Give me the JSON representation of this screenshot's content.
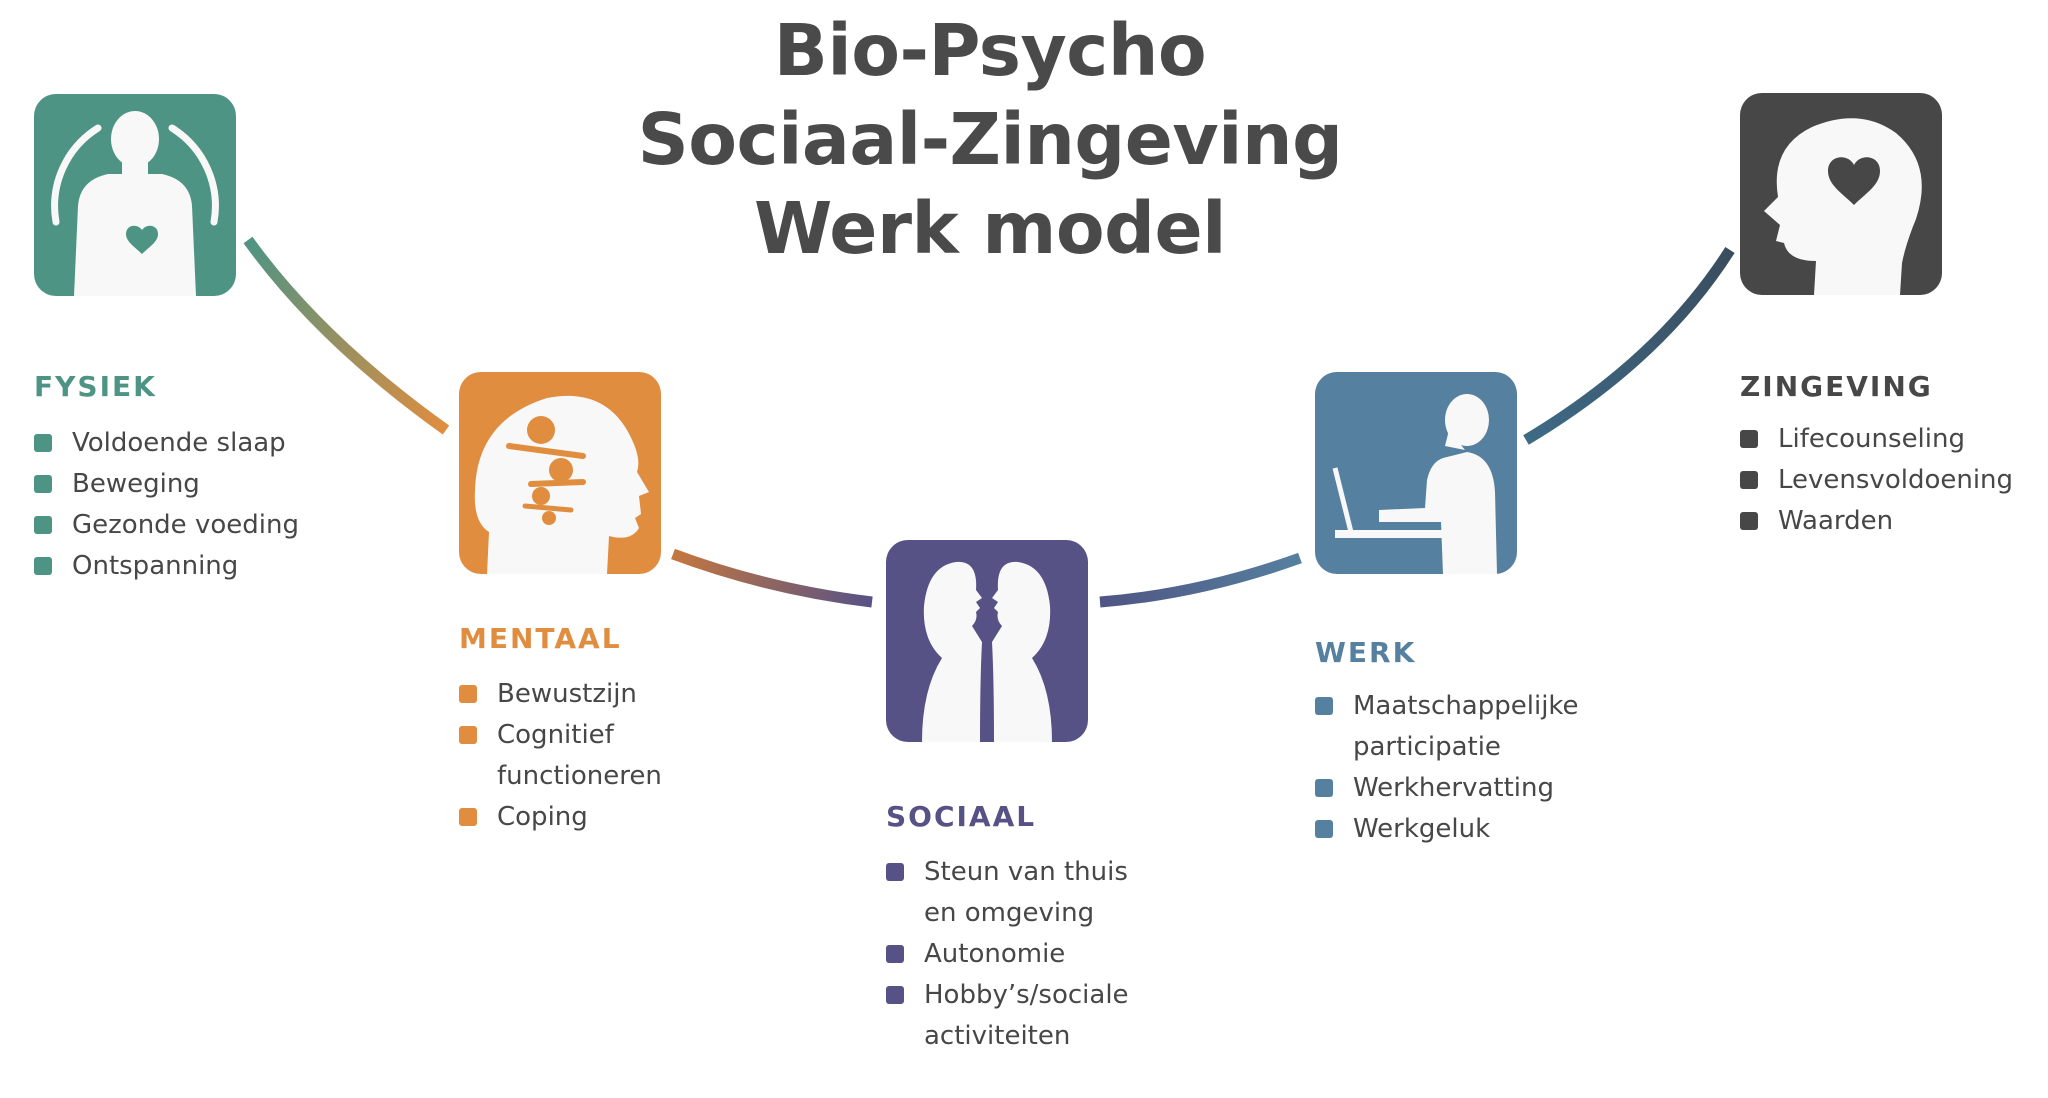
{
  "title": {
    "line1": "Bio-Psycho",
    "line2": "Sociaal-Zingeving",
    "line3": "Werk model"
  },
  "colors": {
    "fysiek": "#4e9484",
    "mentaal": "#e08d3f",
    "sociaal": "#575286",
    "werk": "#56809f",
    "zingeving": "#474747",
    "title": "#4a4a4a",
    "text": "#474747",
    "icon_fill": "#f7f8f7"
  },
  "domains": [
    {
      "id": "fysiek",
      "heading": "FYSIEK",
      "icon": "body-heart-icon",
      "items": [
        "Voldoende slaap",
        "Beweging",
        "Gezonde voeding",
        "Ontspanning"
      ]
    },
    {
      "id": "mentaal",
      "heading": "MENTAAL",
      "icon": "head-balance-icon",
      "items": [
        "Bewustzijn",
        "Cognitief\nfunctioneren",
        "Coping"
      ]
    },
    {
      "id": "sociaal",
      "heading": "SOCIAAL",
      "icon": "two-faces-icon",
      "items": [
        "Steun van thuis\nen omgeving",
        "Autonomie",
        "Hobby’s/sociale\nactiviteiten"
      ]
    },
    {
      "id": "werk",
      "heading": "WERK",
      "icon": "person-laptop-icon",
      "items": [
        "Maatschappelijke\nparticipatie",
        "Werkhervatting",
        "Werkgeluk"
      ]
    },
    {
      "id": "zingeving",
      "heading": "ZINGEVING",
      "icon": "head-heart-icon",
      "items": [
        "Lifecounseling",
        "Levensvoldoening",
        "Waarden"
      ]
    }
  ]
}
